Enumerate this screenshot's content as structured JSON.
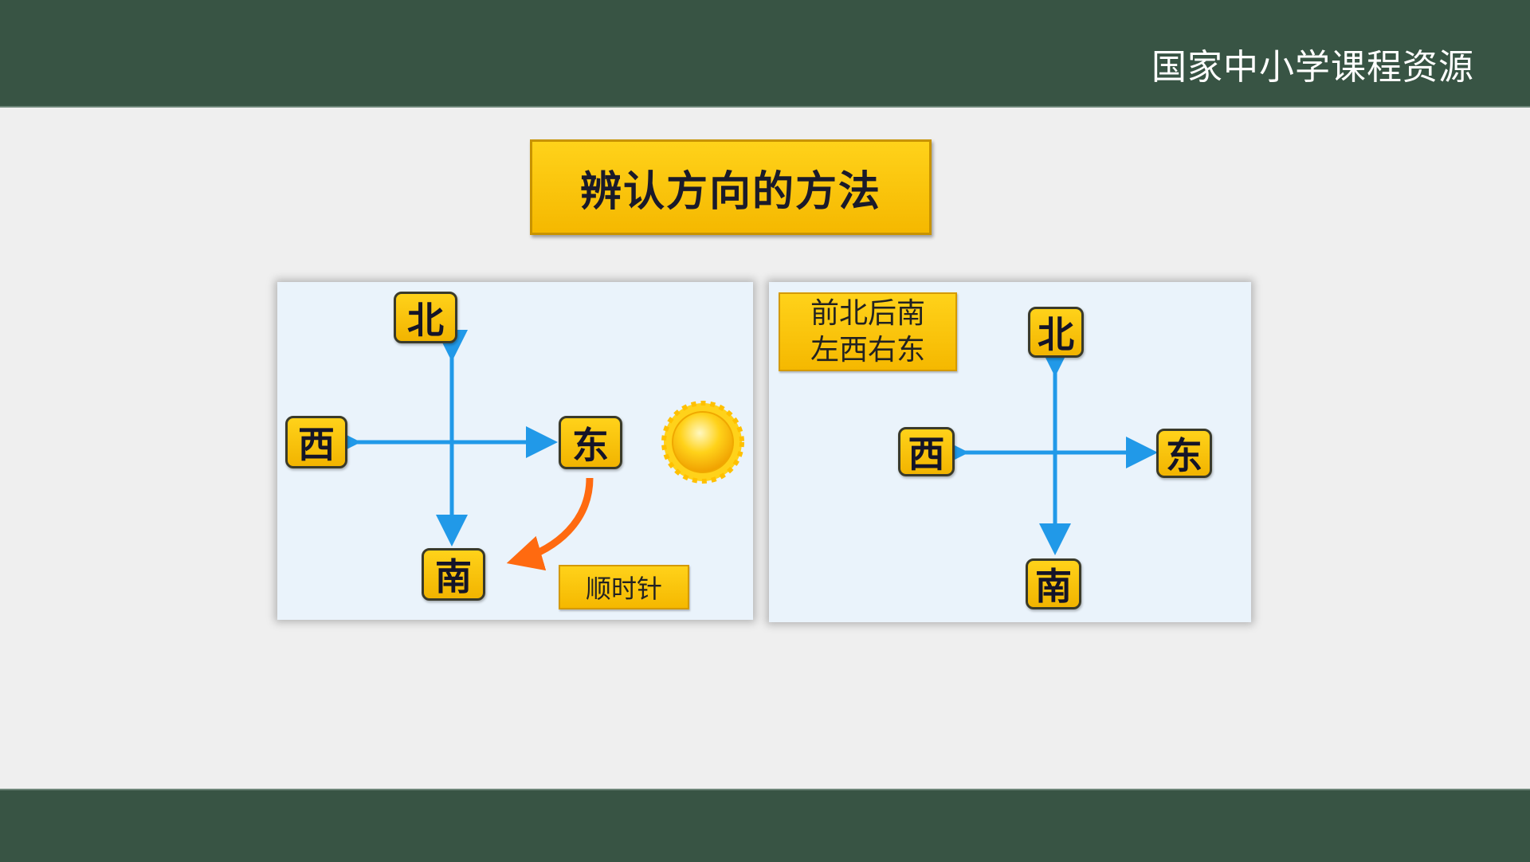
{
  "header": {
    "brand": "国家中小学课程资源"
  },
  "title": "辨认方向的方法",
  "left_panel": {
    "north": "北",
    "south": "南",
    "west": "西",
    "east": "东",
    "clockwise_label": "顺时针"
  },
  "right_panel": {
    "mnemonic_line1": "前北后南",
    "mnemonic_line2": "左西右东",
    "north": "北",
    "south": "南",
    "west": "西",
    "east": "东"
  },
  "colors": {
    "band": "#385444",
    "tile": "#ffc90e",
    "arrow": "#2199e8",
    "curve": "#ff6a10"
  }
}
